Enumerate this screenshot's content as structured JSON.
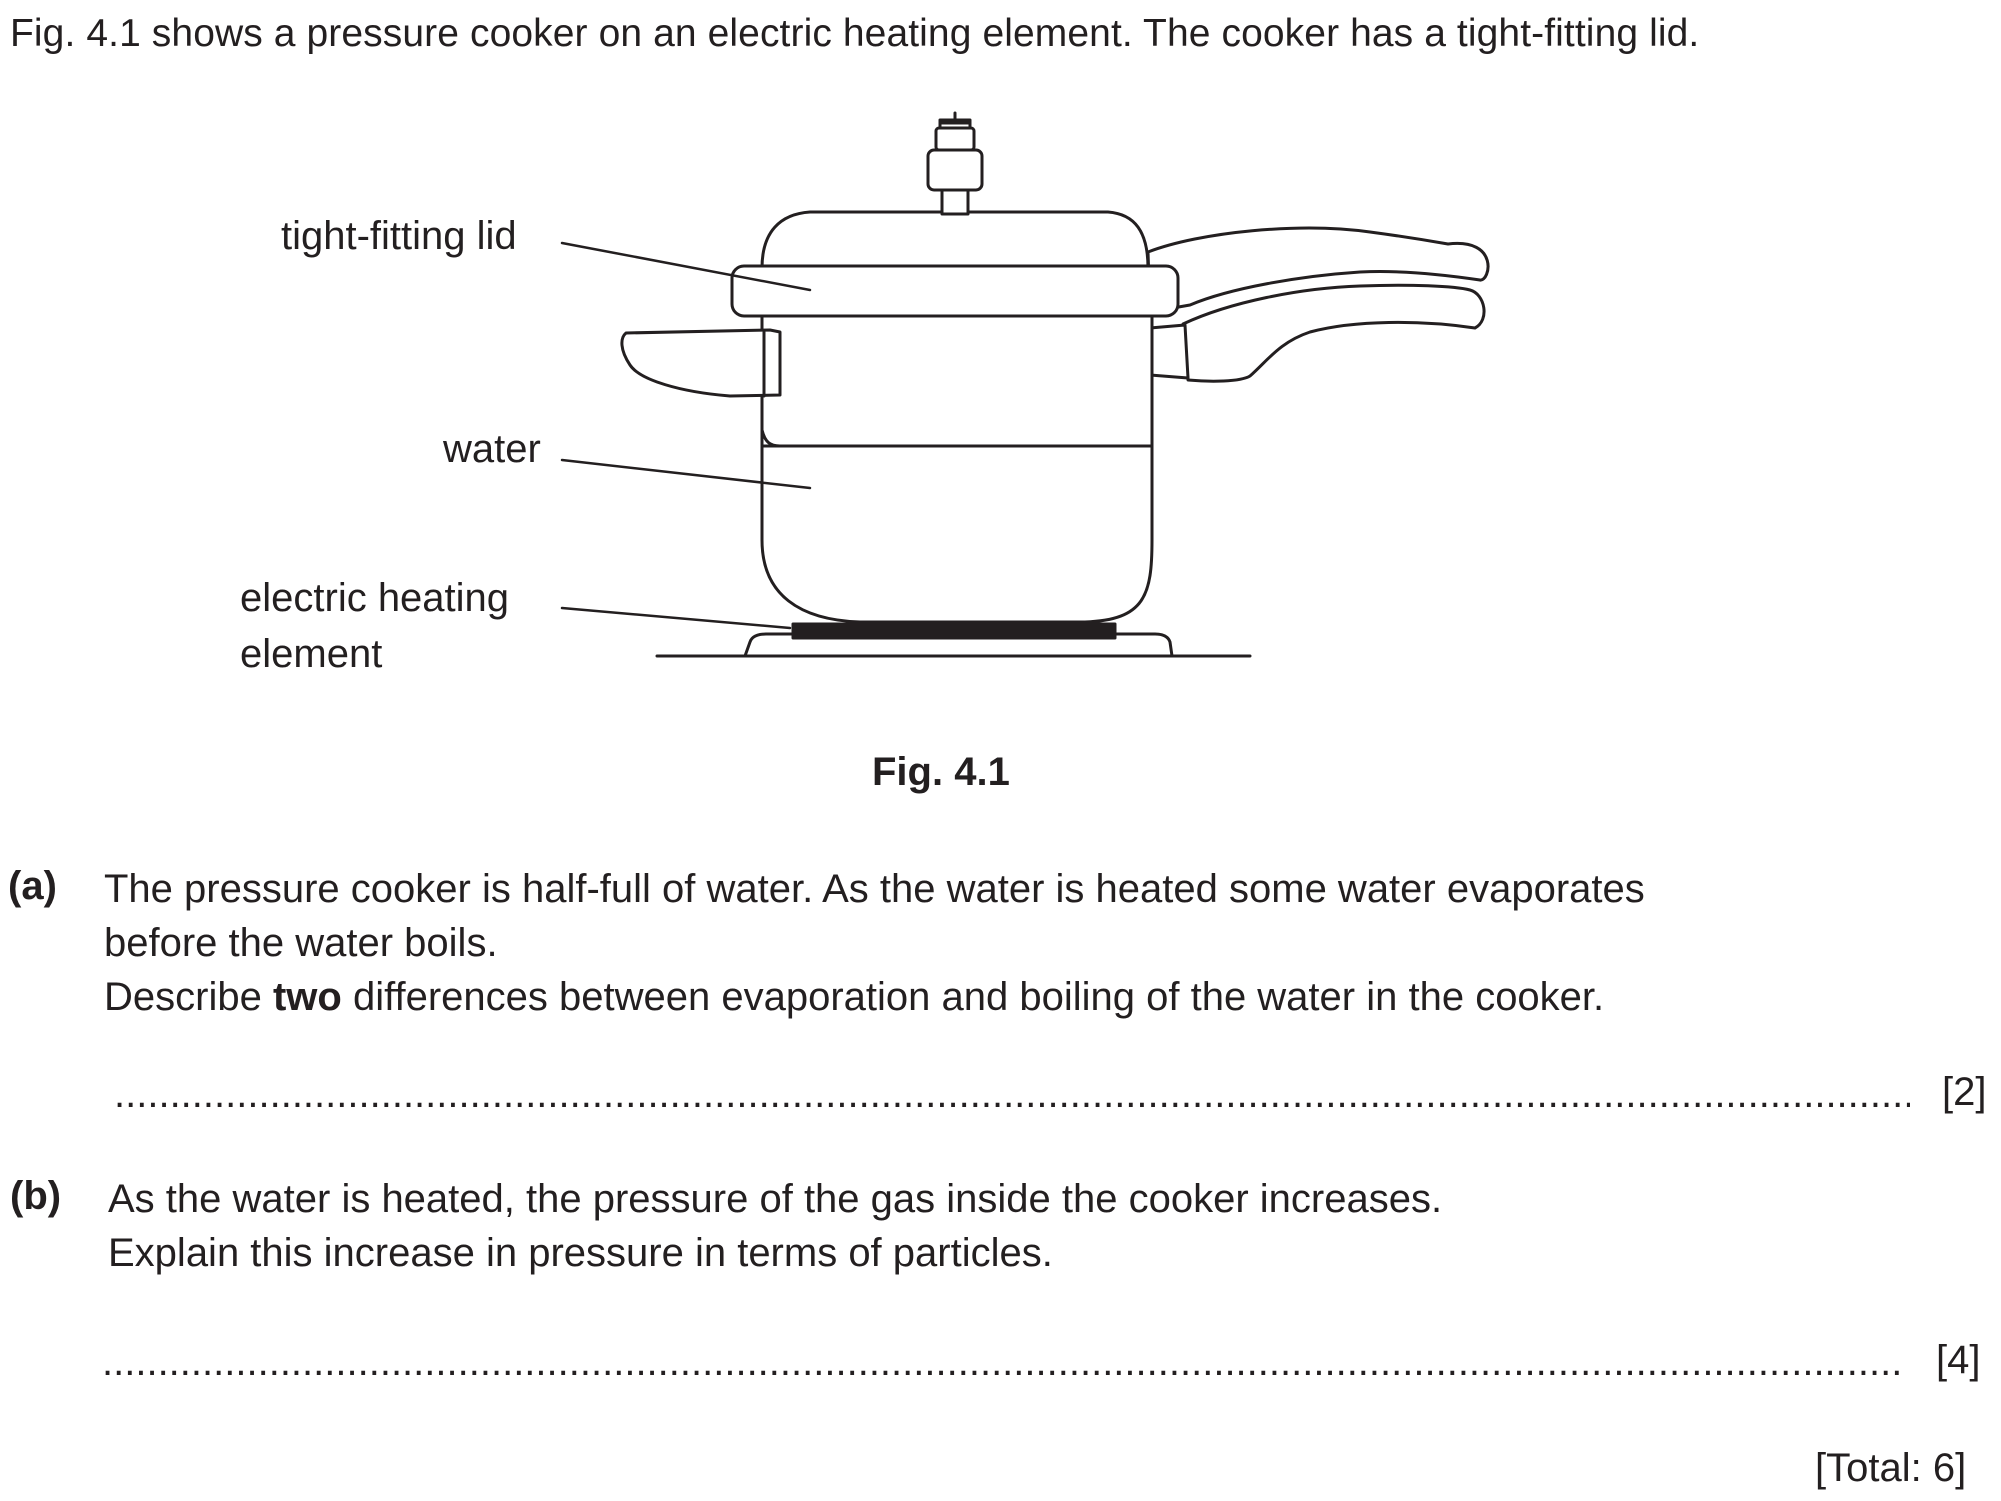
{
  "intro": "Fig. 4.1 shows a pressure cooker on an electric heating element. The cooker has a tight-fitting lid.",
  "figure": {
    "labels": {
      "lid": "tight-fitting lid",
      "water": "water",
      "heater_line1": "electric heating",
      "heater_line2": "element"
    },
    "caption": "Fig. 4.1"
  },
  "part_a": {
    "letter": "(a)",
    "line1": "The pressure cooker is half-full of water. As the water is heated some water evaporates",
    "line2": "before the water boils.",
    "line3_pre": "Describe ",
    "line3_bold": "two",
    "line3_post": " differences between evaporation and boiling of the water in the cooker.",
    "answer_dots": "....................................................................................................................................................................................................................",
    "marks": "[2]"
  },
  "part_b": {
    "letter": "(b)",
    "line1": "As the water is heated, the pressure of the gas inside the cooker increases.",
    "line2": "Explain this increase in pressure in terms of particles.",
    "answer_dots": "....................................................................................................................................................................................................................",
    "marks": "[4]"
  },
  "total": "[Total: 6]"
}
